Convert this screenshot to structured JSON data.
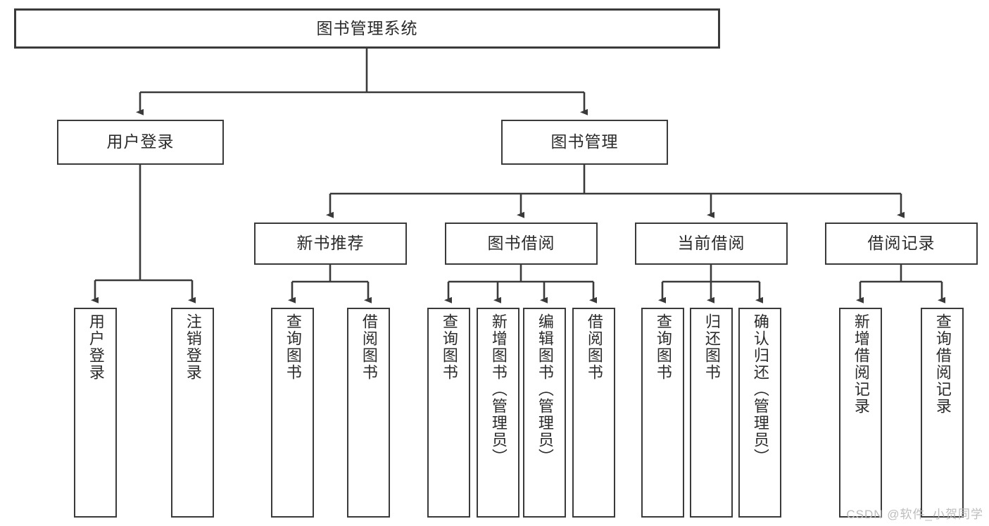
{
  "diagram": {
    "title": "图书管理系统",
    "watermark": "CSDN @软件_小贺同学",
    "colors": {
      "background": "#ffffff",
      "box_border": "#3a3a3a",
      "text": "#2b2b2b",
      "connector": "#3a3a3a",
      "watermark": "#bdbdbd"
    },
    "root": {
      "label": "图书管理系统"
    },
    "level1": [
      {
        "label": "用户登录"
      },
      {
        "label": "图书管理"
      }
    ],
    "level2": [
      {
        "label": "新书推荐"
      },
      {
        "label": "图书借阅"
      },
      {
        "label": "当前借阅"
      },
      {
        "label": "借阅记录"
      }
    ],
    "leaves": {
      "user_login": [
        {
          "label": "用户登录"
        },
        {
          "label": "注销登录"
        }
      ],
      "new_book_recommend": [
        {
          "label": "查询图书"
        },
        {
          "label": "借阅图书"
        }
      ],
      "book_borrow": [
        {
          "label": "查询图书"
        },
        {
          "label": "新增图书（管理员）"
        },
        {
          "label": "编辑图书（管理员）"
        },
        {
          "label": "借阅图书"
        }
      ],
      "current_borrow": [
        {
          "label": "查询图书"
        },
        {
          "label": "归还图书"
        },
        {
          "label": "确认归还（管理员）"
        }
      ],
      "borrow_record": [
        {
          "label": "新增借阅记录"
        },
        {
          "label": "查询借阅记录"
        }
      ]
    }
  }
}
